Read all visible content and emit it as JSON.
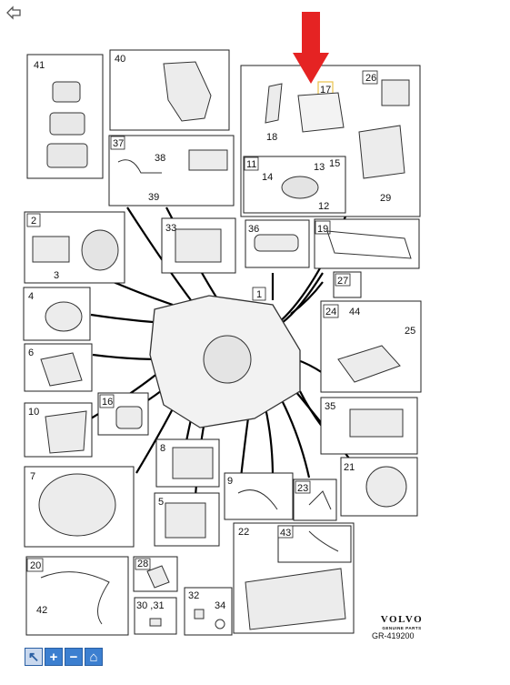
{
  "parts": [
    {
      "id": "p41",
      "label": "41"
    },
    {
      "id": "p40",
      "label": "40"
    },
    {
      "id": "p37",
      "label": "37"
    },
    {
      "id": "p38",
      "label": "38"
    },
    {
      "id": "p39",
      "label": "39"
    },
    {
      "id": "p17",
      "label": "17"
    },
    {
      "id": "p18",
      "label": "18"
    },
    {
      "id": "p26",
      "label": "26"
    },
    {
      "id": "p29",
      "label": "29"
    },
    {
      "id": "p11",
      "label": "11"
    },
    {
      "id": "p14",
      "label": "14"
    },
    {
      "id": "p13",
      "label": "13"
    },
    {
      "id": "p15",
      "label": "15"
    },
    {
      "id": "p12",
      "label": "12"
    },
    {
      "id": "p2",
      "label": "2"
    },
    {
      "id": "p3",
      "label": "3"
    },
    {
      "id": "p33",
      "label": "33"
    },
    {
      "id": "p36",
      "label": "36"
    },
    {
      "id": "p19",
      "label": "19"
    },
    {
      "id": "p27",
      "label": "27"
    },
    {
      "id": "p1",
      "label": "1"
    },
    {
      "id": "p4",
      "label": "4"
    },
    {
      "id": "p24",
      "label": "24"
    },
    {
      "id": "p44",
      "label": "44"
    },
    {
      "id": "p25",
      "label": "25"
    },
    {
      "id": "p6",
      "label": "6"
    },
    {
      "id": "p16",
      "label": "16"
    },
    {
      "id": "p10",
      "label": "10"
    },
    {
      "id": "p35",
      "label": "35"
    },
    {
      "id": "p8",
      "label": "8"
    },
    {
      "id": "p7",
      "label": "7"
    },
    {
      "id": "p9",
      "label": "9"
    },
    {
      "id": "p21",
      "label": "21"
    },
    {
      "id": "p23",
      "label": "23"
    },
    {
      "id": "p5",
      "label": "5"
    },
    {
      "id": "p22",
      "label": "22"
    },
    {
      "id": "p43",
      "label": "43"
    },
    {
      "id": "p20",
      "label": "20"
    },
    {
      "id": "p28",
      "label": "28"
    },
    {
      "id": "p42",
      "label": "42"
    },
    {
      "id": "p3031",
      "label": "30 ,31"
    },
    {
      "id": "p32",
      "label": "32"
    },
    {
      "id": "p34",
      "label": "34"
    }
  ],
  "brand": {
    "name": "VOLVO",
    "subtitle": "GENUINE PARTS"
  },
  "figure_ref": "GR-419200",
  "toolbar": [
    {
      "name": "select-tool",
      "glyph": "↖"
    },
    {
      "name": "zoom-in",
      "glyph": "+"
    },
    {
      "name": "zoom-out",
      "glyph": "−"
    },
    {
      "name": "home",
      "glyph": "⌂"
    }
  ],
  "colors": {
    "highlight": "#e8c24a",
    "arrow": "#e52323",
    "toolbar": "#3c7fd0"
  }
}
